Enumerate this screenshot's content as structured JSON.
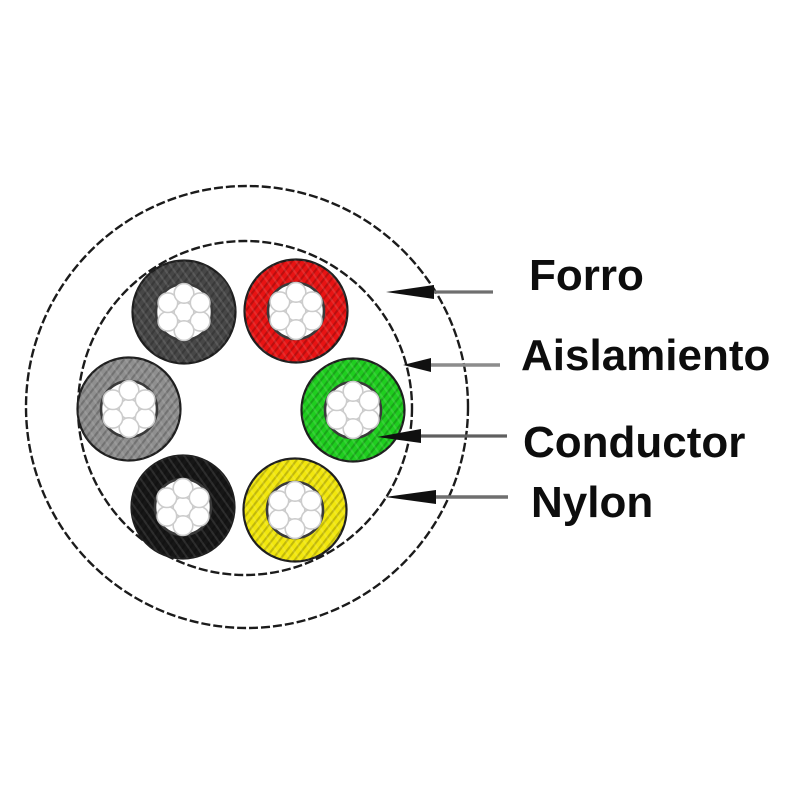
{
  "page": {
    "background_color": "#ffffff"
  },
  "diagram": {
    "type": "cable-cross-section",
    "outline_color": "#1b1b1b",
    "jacket_fill": "#ffffff",
    "conductor_fill": "#ffffff",
    "wires": [
      {
        "name": "dark-gray",
        "color": "#474747",
        "position": "top-left"
      },
      {
        "name": "red",
        "color": "#e81313",
        "position": "top-right"
      },
      {
        "name": "light-gray",
        "color": "#8f8f8f",
        "position": "middle-left"
      },
      {
        "name": "green",
        "color": "#1fce1f",
        "position": "middle-right"
      },
      {
        "name": "black",
        "color": "#161616",
        "position": "bottom-left"
      },
      {
        "name": "yellow",
        "color": "#f2e70d",
        "position": "bottom-right"
      }
    ],
    "annotations": [
      {
        "id": "forro",
        "label": "Forro",
        "target": "outer-jacket-ring"
      },
      {
        "id": "aislamiento",
        "label": "Aislamiento",
        "target": "wire-insulation"
      },
      {
        "id": "conductor",
        "label": "Conductor",
        "target": "copper-strands"
      },
      {
        "id": "nylon",
        "label": "Nylon",
        "target": "inner-core-boundary"
      }
    ]
  }
}
